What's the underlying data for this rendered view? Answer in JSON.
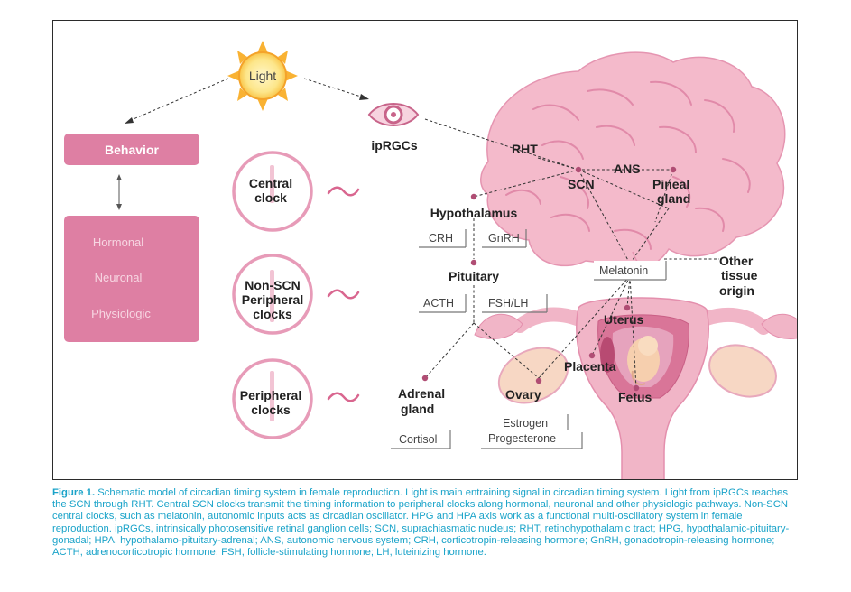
{
  "diagram": {
    "light": "Light",
    "behavior": "Behavior",
    "outputs": [
      "Hormonal",
      "Neuronal",
      "Physiologic"
    ],
    "clocks": {
      "central": [
        "Central",
        "clock"
      ],
      "non_scn": [
        "Non-SCN",
        "Peripheral",
        "clocks"
      ],
      "peripheral": [
        "Peripheral",
        "clocks"
      ]
    },
    "iprgcs": "ipRGCs",
    "rht": "RHT",
    "ans": "ANS",
    "scn": "SCN",
    "pineal": [
      "Pineal",
      "gland"
    ],
    "hypothalamus": "Hypothalamus",
    "crh": "CRH",
    "gnrh": "GnRH",
    "pituitary": "Pituitary",
    "acth": "ACTH",
    "fsh_lh": "FSH/LH",
    "melatonin": "Melatonin",
    "other": [
      "Other",
      "tissue",
      "origin"
    ],
    "uterus": "Uterus",
    "placenta": "Placenta",
    "fetus": "Fetus",
    "ovary": "Ovary",
    "adrenal": [
      "Adrenal",
      "gland"
    ],
    "cortisol": "Cortisol",
    "estrogen": "Estrogen",
    "progesterone": "Progesterone"
  },
  "caption": {
    "label": "Figure 1.",
    "text": " Schematic model of circadian timing system in female reproduction. Light is main entraining signal in circadian timing system. Light from ipRGCs reaches the SCN through RHT. Central SCN clocks transmit the timing information to peripheral clocks along hormonal, neuronal and other physiologic pathways. Non-SCN central clocks, such as melatonin, autonomic inputs acts as circadian oscillator. HPG and HPA axis work as a functional multi-oscillatory system in female reproduction. ipRGCs, intrinsically photosensitive retinal ganglion cells; SCN, suprachiasmatic nucleus; RHT, retinohypothalamic tract; HPG, hypothalamic-pituitary-gonadal; HPA, hypothalamo-pituitary-adrenal; ANS, autonomic nervous system; CRH, corticotropin-releasing hormone; GnRH, gonadotropin-releasing hormone; ACTH, adrenocorticotropic hormone; FSH, follicle-stimulating hormone; LH, luteinizing hormone."
  },
  "colors": {
    "pink_box": "#de7fa3",
    "pink_dark": "#c8648a",
    "brain": "#f2b6c8",
    "brain_line": "#df8aa8",
    "sun_ring": "#f9b233",
    "sun_core": "#fde68a",
    "caption": "#1aa3c9",
    "dot": "#b04d74"
  }
}
